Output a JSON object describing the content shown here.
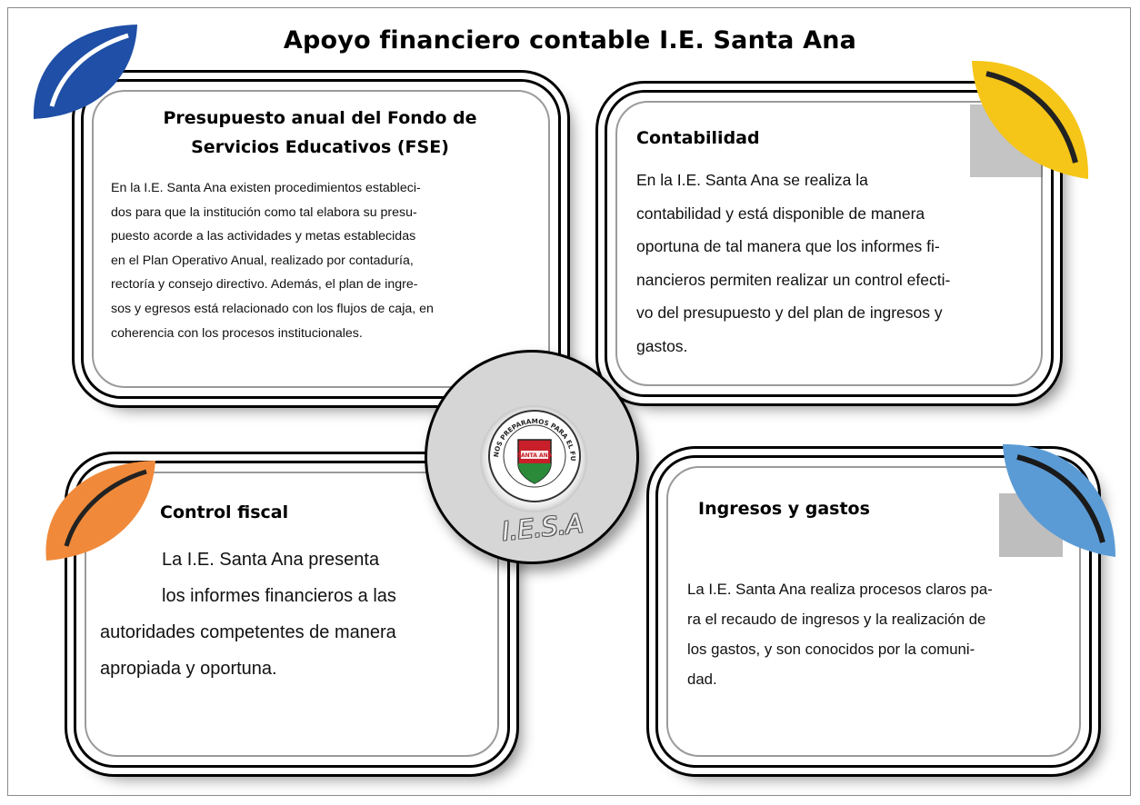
{
  "title": "Apoyo financiero contable I.E. Santa Ana",
  "cards": {
    "fse": {
      "title": "Presupuesto anual del Fondo de Servicios Educativos (FSE)",
      "lines": [
        "En la I.E. Santa Ana existen procedimientos estableci-",
        "dos para que la institución como tal elabora su presu-",
        "puesto acorde a las actividades y metas establecidas",
        "en el Plan Operativo Anual, realizado por contaduría,",
        "rectoría y consejo directivo. Además, el plan de ingre-",
        "sos y egresos está relacionado con los flujos de caja, en",
        "coherencia con los procesos institucionales."
      ]
    },
    "contabilidad": {
      "title": "Contabilidad",
      "lines": [
        "En la I.E. Santa Ana se realiza la",
        "contabilidad y está disponible de manera",
        "oportuna de tal manera que los informes fi-",
        "nancieros permiten realizar un control efecti-",
        "vo del presupuesto y del plan de ingresos y",
        "gastos."
      ]
    },
    "control": {
      "title": "Control fiscal",
      "lines": [
        "La I.E. Santa Ana presenta",
        "los informes financieros a las",
        "autoridades competentes de manera",
        "apropiada y oportuna."
      ]
    },
    "ingresos": {
      "title": "Ingresos y gastos",
      "lines": [
        "La I.E. Santa Ana realiza procesos claros pa-",
        "ra el recaudo de ingresos y la realización de",
        "los gastos, y son conocidos por la comuni-",
        "dad."
      ]
    }
  },
  "seal": {
    "ring_text": "NOS PREPARAMOS PARA EL FUTURO",
    "shield_name": "SANTA ANA",
    "center_label": "I.E.S.A"
  },
  "colors": {
    "leaf_blue_dark": "#1f4fa6",
    "leaf_yellow": "#f5c518",
    "leaf_orange": "#f08a3a",
    "leaf_blue_light": "#5b9bd5",
    "shield_red": "#c8202a",
    "shield_green": "#2a8a3a"
  }
}
